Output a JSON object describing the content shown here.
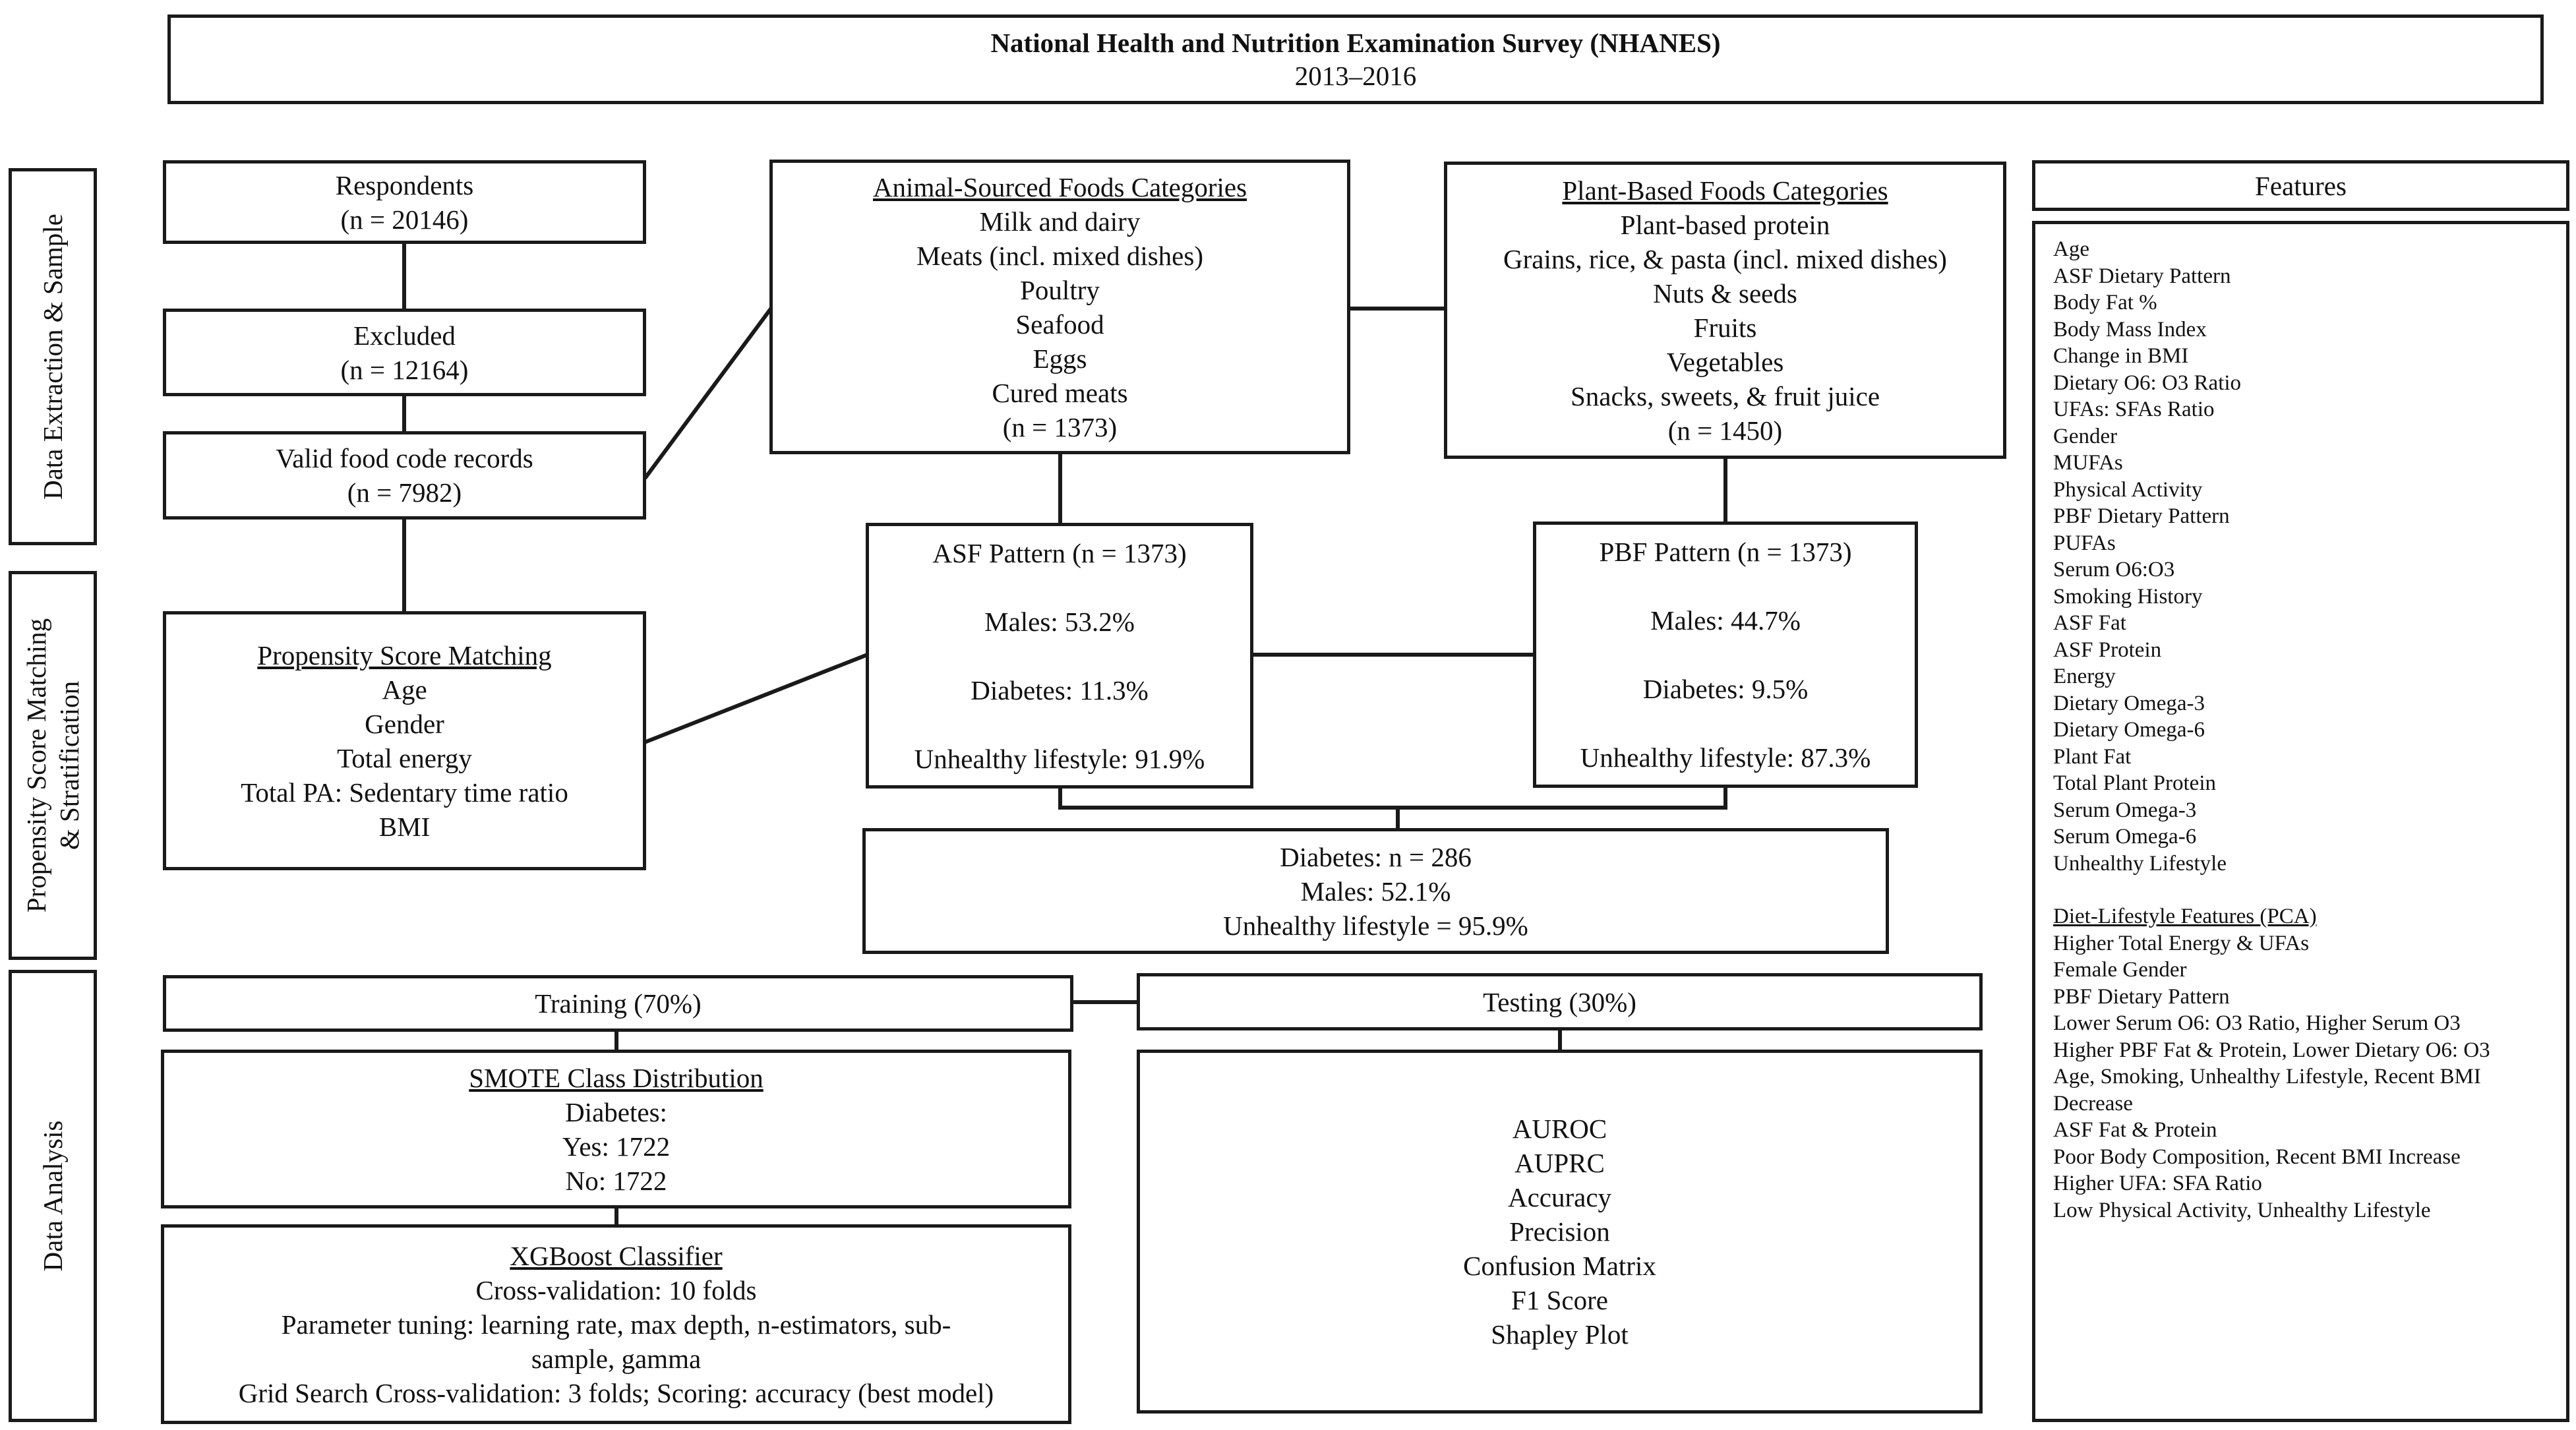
{
  "header": {
    "title": "National Health and Nutrition Examination Survey (NHANES)",
    "years": "2013–2016"
  },
  "side_labels": {
    "extraction": "Data Extraction & Sample",
    "psm_line1": "Propensity Score Matching",
    "psm_line2": "& Stratification",
    "analysis": "Data Analysis"
  },
  "respondents": {
    "label": "Respondents",
    "n": "(n = 20146)"
  },
  "excluded": {
    "label": "Excluded",
    "n": "(n = 12164)"
  },
  "valid_records": {
    "label": "Valid food code records",
    "n": "(n = 7982)"
  },
  "psm": {
    "title": "Propensity Score Matching",
    "items": [
      "Age",
      "Gender",
      "Total energy",
      "Total PA: Sedentary time ratio",
      "BMI"
    ]
  },
  "asf_categories": {
    "title": "Animal-Sourced Foods Categories",
    "items": [
      "Milk and dairy",
      "Meats (incl. mixed dishes)",
      "Poultry",
      "Seafood",
      "Eggs",
      "Cured meats"
    ],
    "n": "(n = 1373)"
  },
  "pbf_categories": {
    "title": "Plant-Based Foods Categories",
    "items": [
      "Plant-based protein",
      "Grains, rice, & pasta (incl. mixed dishes)",
      "Nuts & seeds",
      "Fruits",
      "Vegetables",
      "Snacks, sweets, & fruit juice"
    ],
    "n": "(n = 1450)"
  },
  "asf_pattern": {
    "title": "ASF Pattern (n = 1373)",
    "males": "Males: 53.2%",
    "diabetes": "Diabetes: 11.3%",
    "lifestyle": "Unhealthy lifestyle: 91.9%"
  },
  "pbf_pattern": {
    "title": "PBF Pattern (n = 1373)",
    "males": "Males: 44.7%",
    "diabetes": "Diabetes: 9.5%",
    "lifestyle": "Unhealthy lifestyle: 87.3%"
  },
  "diabetes_summary": {
    "n": "Diabetes: n = 286",
    "males": "Males: 52.1%",
    "lifestyle": "Unhealthy lifestyle = 95.9%"
  },
  "training": {
    "label": "Training (70%)"
  },
  "testing": {
    "label": "Testing (30%)"
  },
  "smote": {
    "title": "SMOTE Class Distribution",
    "lines": [
      "Diabetes:",
      "Yes: 1722",
      "No: 1722"
    ]
  },
  "xgboost": {
    "title": "XGBoost Classifier",
    "lines": [
      "Cross-validation: 10 folds",
      "Parameter tuning:  learning rate, max depth, n-estimators, sub-",
      "sample, gamma",
      "Grid Search Cross-validation: 3 folds; Scoring: accuracy (best model)"
    ]
  },
  "metrics": [
    "AUROC",
    "AUPRC",
    "Accuracy",
    "Precision",
    "Confusion Matrix",
    "F1 Score",
    "Shapley Plot"
  ],
  "features": {
    "header": "Features",
    "items": [
      "Age",
      "ASF Dietary Pattern",
      "Body Fat %",
      "Body Mass Index",
      "Change in BMI",
      "Dietary O6: O3 Ratio",
      "UFAs: SFAs Ratio",
      "Gender",
      "MUFAs",
      "Physical Activity",
      "PBF Dietary Pattern",
      "PUFAs",
      "Serum O6:O3",
      "Smoking History",
      "ASF Fat",
      "ASF Protein",
      "Energy",
      "Dietary Omega-3",
      "Dietary Omega-6",
      "Plant Fat",
      "Total Plant Protein",
      "Serum Omega-3",
      "Serum Omega-6",
      "Unhealthy Lifestyle"
    ],
    "pca_title": "Diet-Lifestyle Features (PCA)",
    "pca_items": [
      "Higher Total Energy & UFAs",
      "Female Gender",
      "PBF Dietary Pattern",
      "Lower Serum O6: O3 Ratio, Higher Serum O3",
      "Higher PBF Fat & Protein, Lower Dietary O6: O3",
      "Age, Smoking, Unhealthy Lifestyle, Recent BMI",
      "Decrease",
      "ASF Fat & Protein",
      "Poor Body Composition, Recent BMI Increase",
      "Higher UFA: SFA Ratio",
      "Low Physical Activity, Unhealthy Lifestyle"
    ]
  }
}
